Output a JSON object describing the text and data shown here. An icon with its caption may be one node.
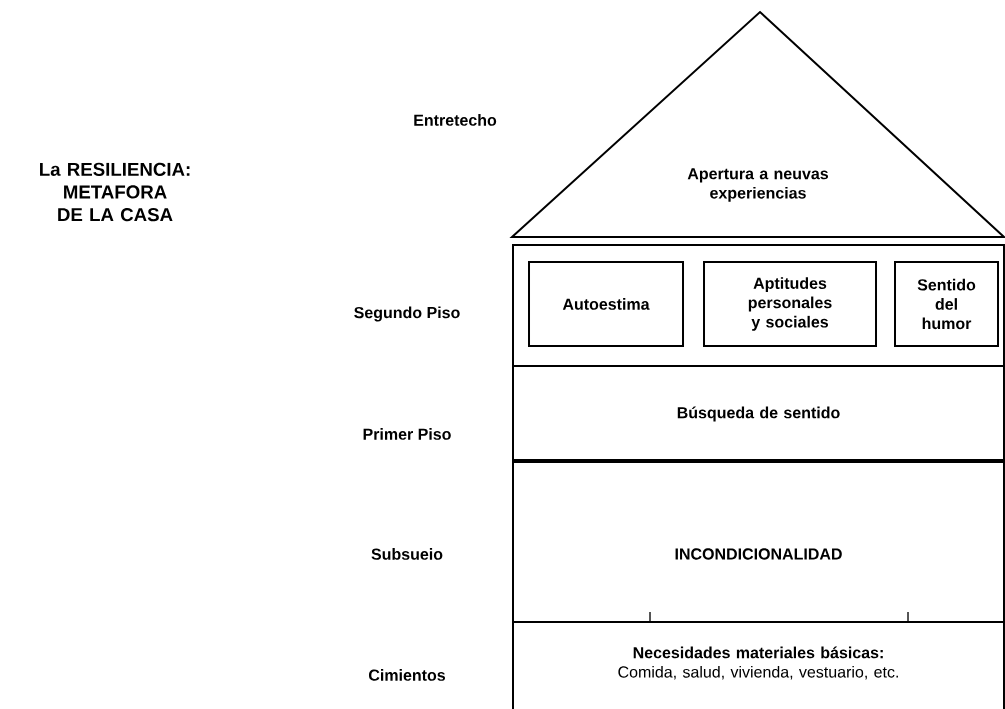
{
  "diagram": {
    "title": "La RESILIENCIA: METAFORA DE LA CASA",
    "nodes": [
      {
        "text": [
          "Apertura a neuvas experiencias"
        ]
      },
      {
        "text": [],
        "shape": "box"
      },
      {
        "text": [
          "Autoestima"
        ],
        "in": 1
      },
      {
        "text": [
          "Aptitudes personales y sociales"
        ],
        "in": 1
      },
      {
        "text": [
          "Sentido del humor"
        ],
        "in": 1
      },
      {
        "text": [
          "Búsqueda de sentido"
        ]
      },
      {
        "text": [
          "INCONDICIONALIDAD"
        ]
      },
      {
        "text": [
          "Necesidades materiales básicas:",
          "Comida, salud, vivienda, vestuario, etc."
        ]
      }
    ],
    "labels": [
      "Entretecho",
      "Segundo Piso",
      "Primer Piso",
      "Subsueio",
      "Cimientos"
    ]
  }
}
